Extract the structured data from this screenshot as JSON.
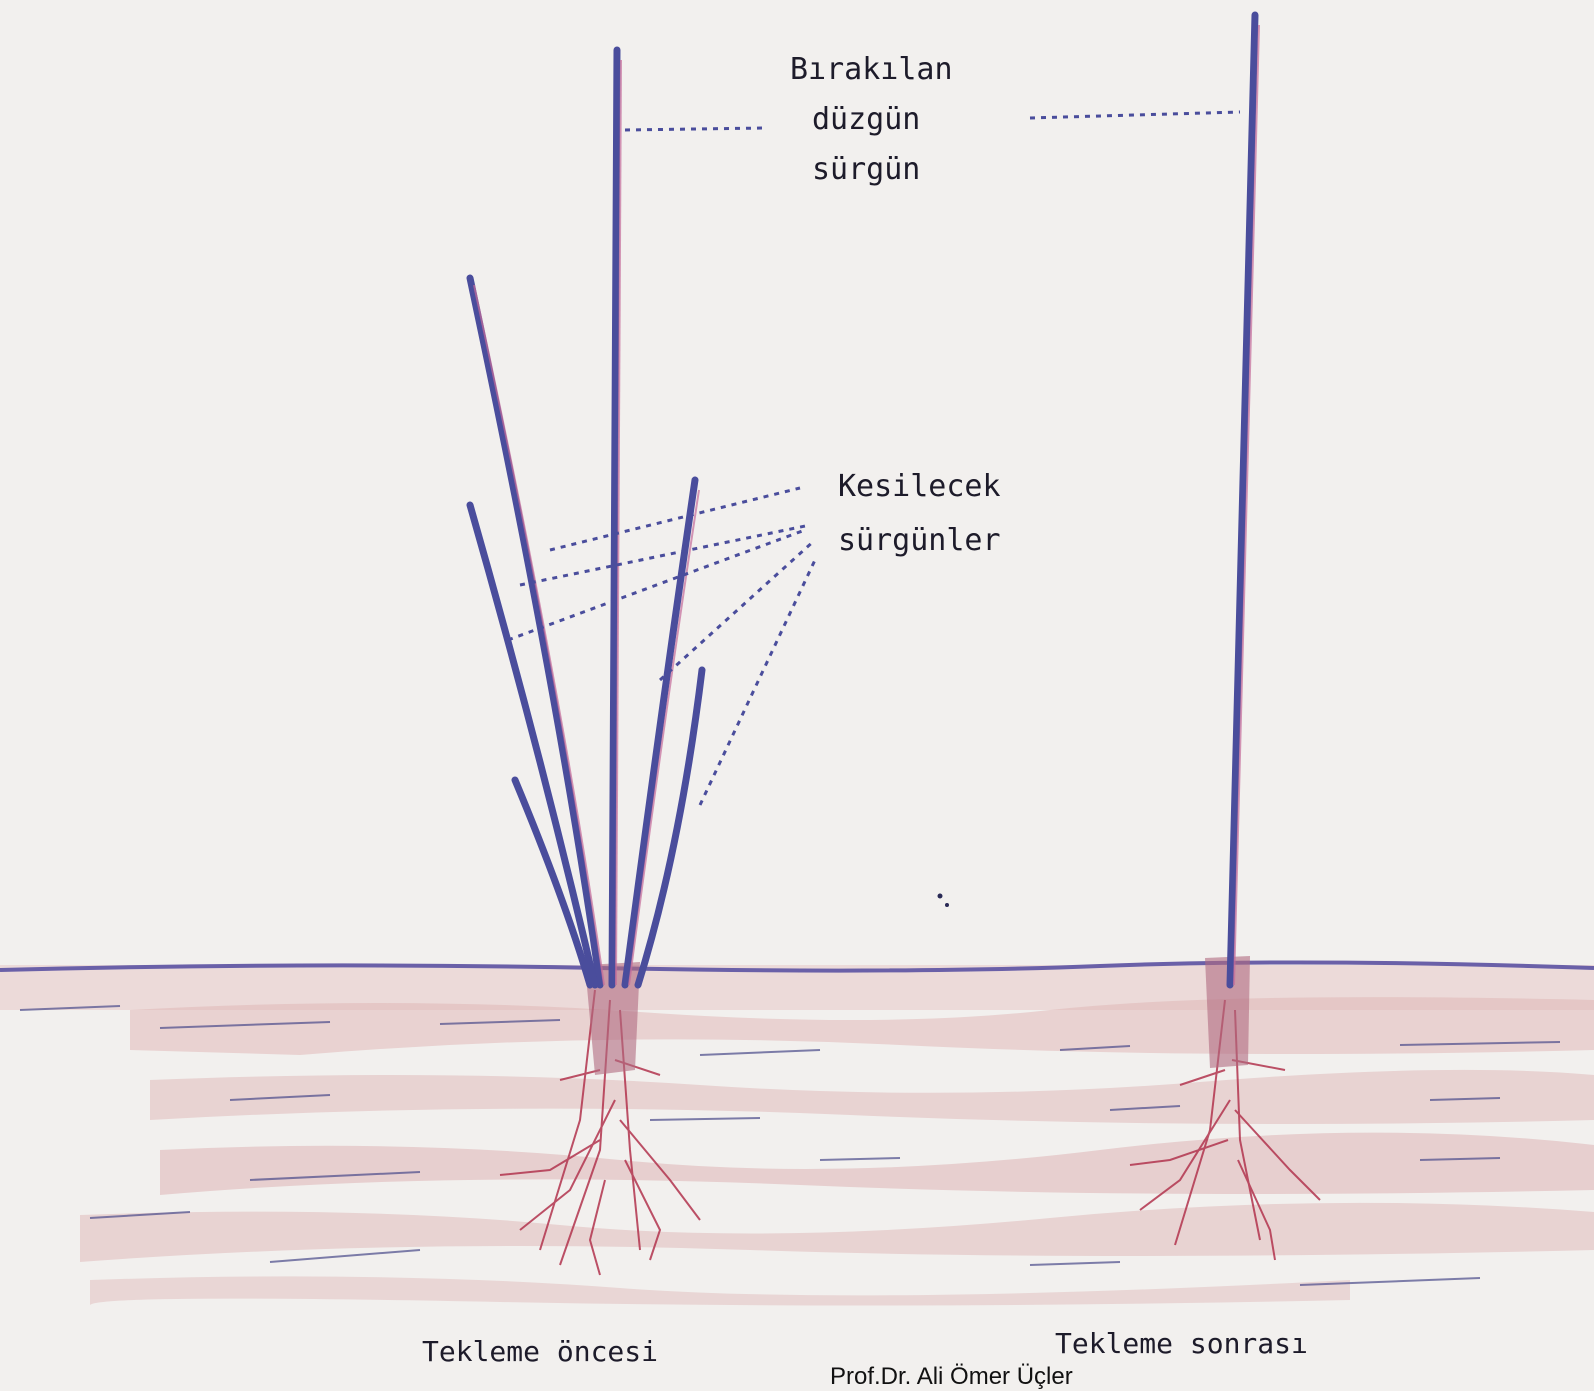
{
  "labels": {
    "kept_shoot": [
      "Bırakılan",
      "düzgün",
      "sürgün"
    ],
    "cut_shoots": [
      "Kesilecek",
      "sürgünler"
    ]
  },
  "captions": {
    "before": "Tekleme öncesi",
    "after": "Tekleme sonrası"
  },
  "credit": "Prof.Dr. Ali Ömer Üçler",
  "colors": {
    "stem": "#4a4d9c",
    "stem_edge": "#3b3f8c",
    "soil": "#c97a7e",
    "roots": "#b2344e",
    "ground_line": "#6a60a8",
    "background": "#f2f0ee"
  }
}
